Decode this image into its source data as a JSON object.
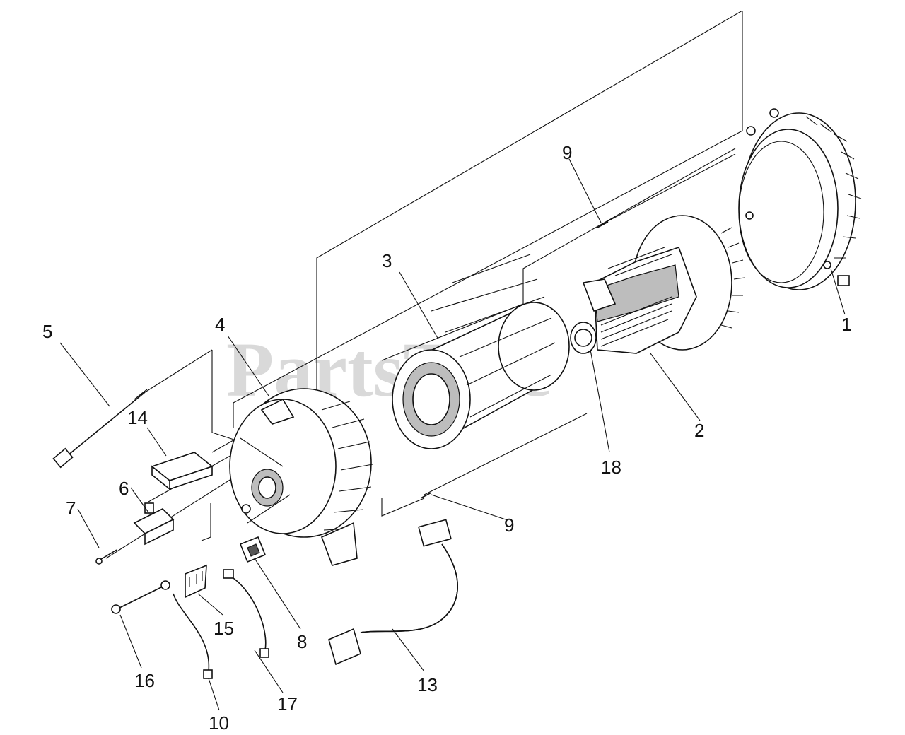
{
  "watermark": "PartsTree",
  "callouts": [
    {
      "id": "1",
      "text": "1"
    },
    {
      "id": "2",
      "text": "2"
    },
    {
      "id": "3",
      "text": "3"
    },
    {
      "id": "4",
      "text": "4"
    },
    {
      "id": "5",
      "text": "5"
    },
    {
      "id": "6",
      "text": "6"
    },
    {
      "id": "7",
      "text": "7"
    },
    {
      "id": "8",
      "text": "8"
    },
    {
      "id": "9a",
      "text": "9"
    },
    {
      "id": "9b",
      "text": "9"
    },
    {
      "id": "10",
      "text": "10"
    },
    {
      "id": "13",
      "text": "13"
    },
    {
      "id": "14",
      "text": "14"
    },
    {
      "id": "15",
      "text": "15"
    },
    {
      "id": "16",
      "text": "16"
    },
    {
      "id": "17",
      "text": "17"
    },
    {
      "id": "18",
      "text": "18"
    }
  ]
}
